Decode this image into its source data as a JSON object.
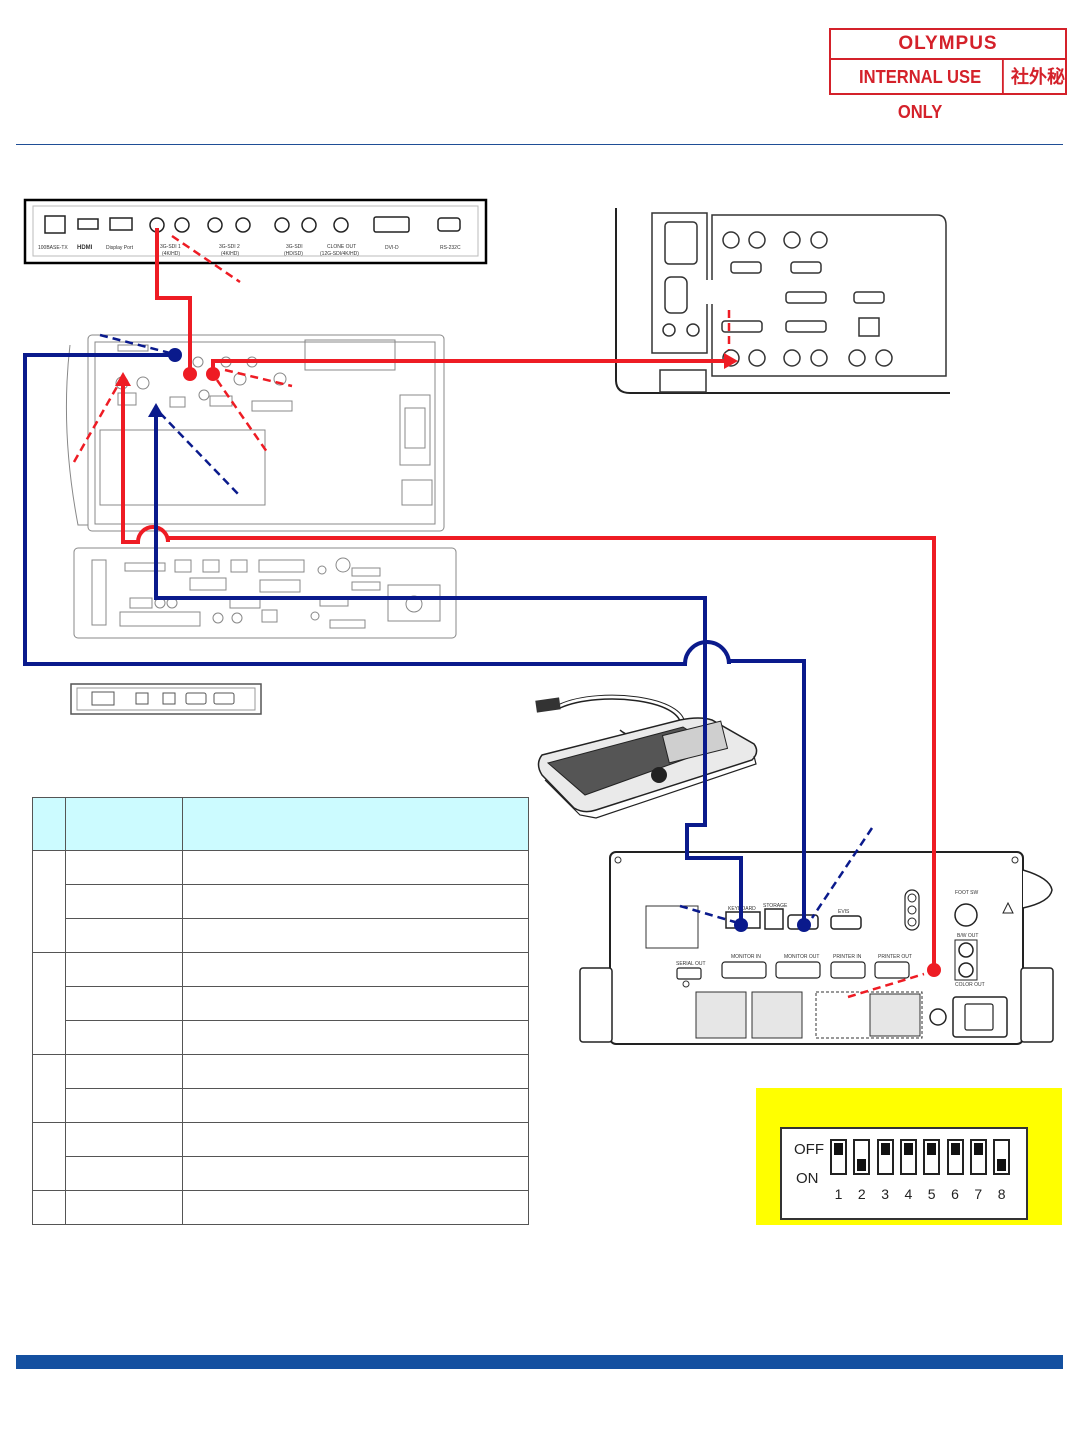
{
  "logo": {
    "brand": "OLYMPUS",
    "internal": "INTERNAL USE ONLY",
    "kanji": "社外秘"
  },
  "panel_labels": {
    "lan": "100BASE-TX",
    "hdmi": "HDMI",
    "displayport": "Display Port",
    "sdi1": "3G-SDI 1",
    "sdi1_sub": "(4K/HD)",
    "sdi2": "3G-SDI 2",
    "sdi2_sub": "(4K/HD)",
    "sdi3": "3G-SDI",
    "sdi3_sub": "(HD/SD)",
    "clone": "CLONE OUT",
    "clone_sub": "(12G-SDI/4K/HD)",
    "dvid": "DVI-D",
    "rs232c": "RS-232C"
  },
  "unit_labels": {
    "keyboard": "KEYBOARD",
    "storage": "STORAGE",
    "serial_out": "SERIAL OUT",
    "monitor_in": "MONITOR IN",
    "monitor_out": "MONITOR OUT",
    "printer_in": "PRINTER IN",
    "printer_out": "PRINTER OUT",
    "footsw": "FOOT SW",
    "bw_out": "B/W OUT",
    "color_out": "COLOR OUT",
    "evis": "EVIS"
  },
  "dip_switch": {
    "off_label": "OFF",
    "on_label": "ON",
    "switches": [
      {
        "n": "1",
        "state": "off"
      },
      {
        "n": "2",
        "state": "on"
      },
      {
        "n": "3",
        "state": "off"
      },
      {
        "n": "4",
        "state": "off"
      },
      {
        "n": "5",
        "state": "off"
      },
      {
        "n": "6",
        "state": "off"
      },
      {
        "n": "7",
        "state": "off"
      },
      {
        "n": "8",
        "state": "on"
      }
    ]
  },
  "colors": {
    "red_cable": "#ee1c24",
    "blue_cable": "#0a1a8c",
    "brand_red": "#d4212a",
    "footer_blue": "#1450a0",
    "table_header": "#ccfbff",
    "dip_background": "#ffff00"
  }
}
